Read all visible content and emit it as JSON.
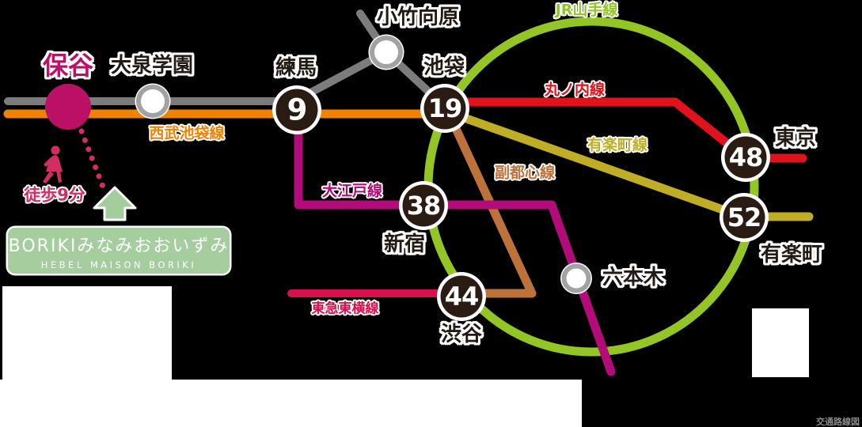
{
  "canvas": {
    "bg": "#000000",
    "watermark": {
      "text": "交通路線図",
      "color": "#8a8a8a"
    }
  },
  "route_box": {
    "title": "BORIKIみなみおおいずみ",
    "subtitle": "HEBEL MAISON BORIKI",
    "bg": "#a6cd9e",
    "text_color": "#ffffff"
  },
  "walk": {
    "label": "徒歩9分",
    "color": "#d22e64",
    "arrow_color": "#a4cd9c"
  },
  "stations": {
    "hoya": {
      "label": "保谷",
      "color": "#bc1066"
    },
    "oizumi_gakuen": {
      "label": "大泉学園"
    },
    "nerima": {
      "label": "練馬",
      "minutes": "9"
    },
    "kotake_mukaihara": {
      "label": "小竹向原"
    },
    "ikebukuro": {
      "label": "池袋",
      "minutes": "19"
    },
    "shinjuku": {
      "label": "新宿",
      "minutes": "38"
    },
    "shibuya": {
      "label": "渋谷",
      "minutes": "44"
    },
    "tokyo": {
      "label": "東京",
      "minutes": "48"
    },
    "yurakucho": {
      "label": "有楽町",
      "minutes": "52"
    },
    "roppongi": {
      "label": "六本木"
    }
  },
  "lines": {
    "seibu_ikebukuro": {
      "label": "西武池袋線",
      "color": "#ef8200"
    },
    "gray_connector": {
      "color": "#7c7c7c"
    },
    "jr_yamanote": {
      "label": "JR山手線",
      "color": "#93c525"
    },
    "marunouchi": {
      "label": "丸ノ内線",
      "color": "#e0121c"
    },
    "yurakucho_line": {
      "label": "有楽町線",
      "color": "#bfae25"
    },
    "fukutoshin": {
      "label": "副都心線",
      "color": "#bd7239"
    },
    "oedo": {
      "label": "大江戸線",
      "color": "#b30b79"
    },
    "tokyu_toyoko": {
      "label": "東急東横線",
      "color": "#d8104d"
    }
  },
  "station_style": {
    "dark_fill": "#2a1b13",
    "ring_gray": "#a2a2a2",
    "label_color": "#241a14"
  }
}
